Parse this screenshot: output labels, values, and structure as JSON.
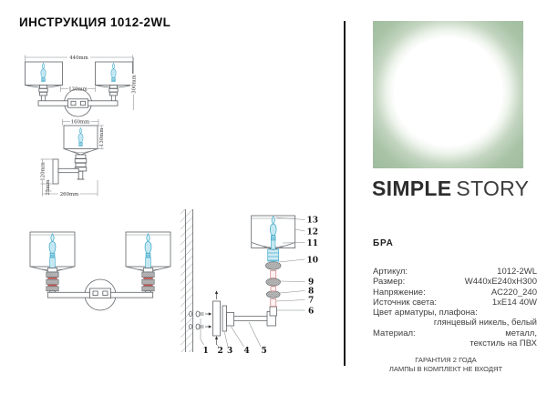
{
  "page": {
    "title": "ИНСТРУКЦИЯ 1012-2WL"
  },
  "drawings": {
    "front_view": {
      "width": "440mm",
      "backplate": "120mm",
      "height": "300mm"
    },
    "side_view": {
      "shade_width": "160mm",
      "shade_height": "130mm",
      "plate_height": "120mm",
      "plate_offset": "25mm",
      "depth": "260mm"
    },
    "exploded": {
      "parts": [
        "1",
        "2",
        "3",
        "4",
        "5",
        "6",
        "7",
        "8",
        "9",
        "10",
        "11",
        "12",
        "13"
      ]
    }
  },
  "brand": {
    "name_primary": "SIMPLE",
    "name_secondary": "STORY"
  },
  "product": {
    "category": "БРА",
    "specs": [
      {
        "label": "Артикул:",
        "value": "1012-2WL"
      },
      {
        "label": "Размер:",
        "value": "W440xE240xH300"
      },
      {
        "label": "Напряжение:",
        "value": "AC220_240"
      },
      {
        "label": "Источник света:",
        "value": "1xE14 40W"
      },
      {
        "label": "Цвет арматуры, плафона:",
        "value": "глянцевый никель, белый"
      },
      {
        "label": "Материал:",
        "value": "металл,",
        "value_line2": "текстиль на ПВХ"
      }
    ],
    "warranty": {
      "line1": "ГАРАНТИЯ 2 ГОДА",
      "line2": "ЛАМПЫ В КОМПЛЕКТ НЕ ВХОДЯТ"
    }
  },
  "colors": {
    "accent_green": "#a8c3a6",
    "bulb_fill": "#c5e8f2",
    "bulb_stroke": "#3fa9c9",
    "red_accent": "#c4524e",
    "line": "#5e6266"
  }
}
